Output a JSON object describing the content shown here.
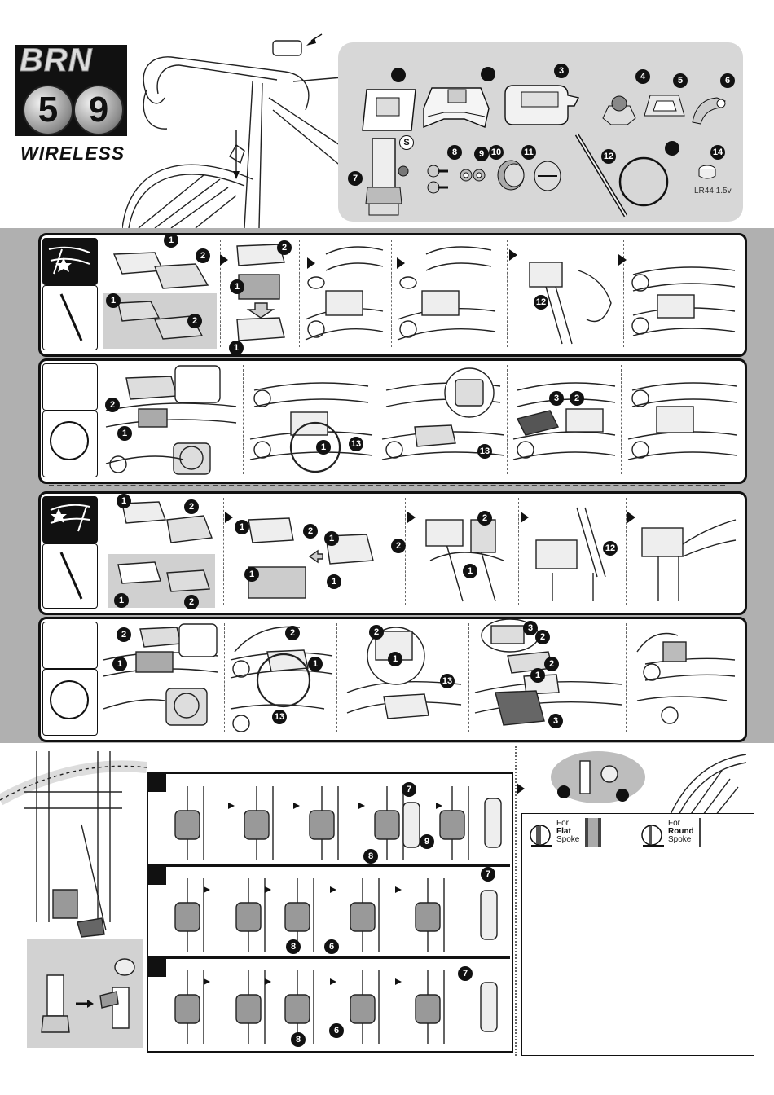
{
  "brand": {
    "line1": "BRN",
    "digit1": "5",
    "digit2": "9",
    "subtitle": "WIRELESS"
  },
  "parts": {
    "items": [
      {
        "number": "",
        "icon": "sensor-bracket-pad-icon"
      },
      {
        "number": "",
        "icon": "sensor-bracket-icon"
      },
      {
        "number": "3",
        "icon": "computer-holder-icon"
      },
      {
        "number": "4",
        "icon": "magnet-holder-icon"
      },
      {
        "number": "5",
        "icon": "round-spoke-clip-icon"
      },
      {
        "number": "6",
        "icon": "fork-clamp-icon"
      },
      {
        "number": "7",
        "icon": "speed-sensor-icon"
      },
      {
        "number": "S",
        "icon": "sensor-s-label-icon"
      },
      {
        "number": "8",
        "icon": "screw-icon"
      },
      {
        "number": "9",
        "icon": "nut-icon"
      },
      {
        "number": "10",
        "icon": "battery-cap-icon"
      },
      {
        "number": "11",
        "icon": "cap-icon"
      },
      {
        "number": "12",
        "icon": "cable-tie-icon"
      },
      {
        "number": "",
        "icon": "o-ring-icon"
      },
      {
        "number": "14",
        "icon": "battery-icon"
      }
    ],
    "battery_label": "LR44 1.5v"
  },
  "callouts": {
    "n1": "1",
    "n2": "2",
    "n3": "3",
    "n6": "6",
    "n7": "7",
    "n8": "8",
    "n9": "9",
    "n12": "12",
    "n13": "13"
  },
  "spoke": {
    "flat": {
      "for": "For",
      "type": "Flat",
      "word": "Spoke"
    },
    "round": {
      "for": "For",
      "type": "Round",
      "word": "Spoke"
    }
  },
  "colors": {
    "gray_band": "#b0b0b0",
    "parts_panel": "#d7d7d7",
    "ink": "#111111"
  }
}
